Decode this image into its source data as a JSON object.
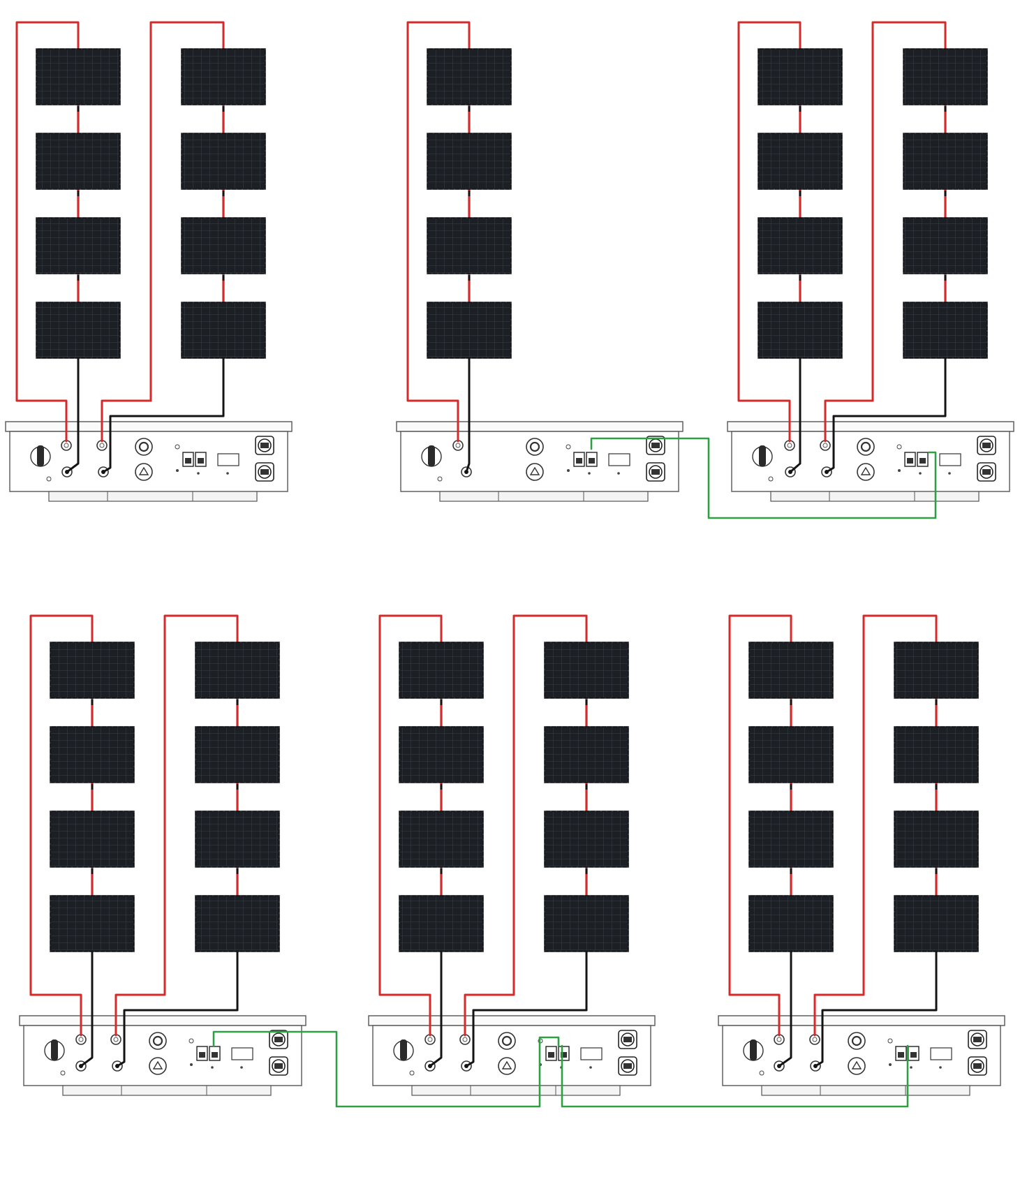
{
  "diagram": {
    "colors": {
      "positive_wire": "#d42a2a",
      "negative_wire": "#141414",
      "comm_wire": "#2ea043",
      "panel_fill": "#1c1f24",
      "panel_grid": "#3a3f47",
      "inverter_stroke": "#555555"
    },
    "systems": [
      {
        "id": "system-1",
        "row": 1,
        "strings": 2,
        "panels_per_string": 4,
        "comm_link": false
      },
      {
        "id": "system-2",
        "row": 1,
        "strings": 1,
        "panels_per_string": 4,
        "comm_link": true
      },
      {
        "id": "system-3",
        "row": 1,
        "strings": 2,
        "panels_per_string": 4,
        "comm_link": true
      },
      {
        "id": "system-4",
        "row": 2,
        "strings": 2,
        "panels_per_string": 4,
        "comm_link": true
      },
      {
        "id": "system-5",
        "row": 2,
        "strings": 2,
        "panels_per_string": 4,
        "comm_link": true
      },
      {
        "id": "system-6",
        "row": 2,
        "strings": 2,
        "panels_per_string": 4,
        "comm_link": true
      }
    ],
    "comm_links": [
      {
        "from": "system-2",
        "to": "system-3"
      },
      {
        "from": "system-4",
        "to": "system-5"
      },
      {
        "from": "system-5",
        "to": "system-6"
      }
    ]
  }
}
